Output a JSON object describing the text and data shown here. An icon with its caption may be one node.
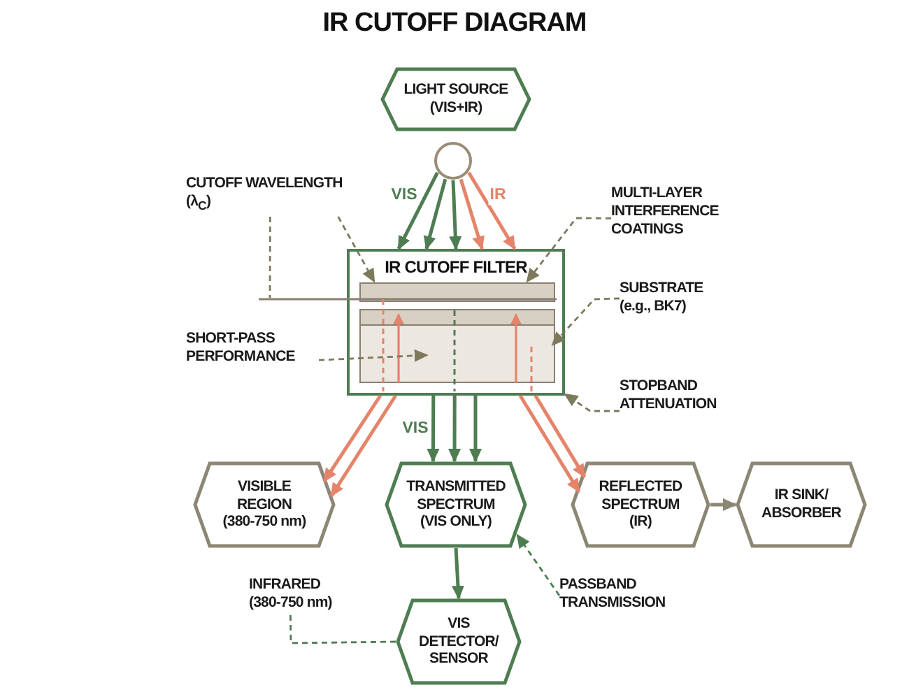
{
  "diagram": {
    "title": "IR CUTOFF DIAGRAM",
    "nodes": [
      {
        "text": [
          "LIGHT SOURCE (VIS+IR)"
        ]
      },
      {
        "text": [],
        "shape": "circle"
      },
      {
        "text": [
          "IR CUTOFF FILTER"
        ]
      },
      {
        "text": [],
        "shape": "box",
        "in": 2
      },
      {
        "text": [
          "CUTOFF WAVELENGTH (λ$_{C}$)"
        ]
      },
      {
        "text": [
          "MULTI-LAYER INTERFERENCE COATINGS"
        ]
      },
      {
        "text": [
          "SUBSTRATE (e.g., BK7)"
        ]
      },
      {
        "text": [
          "SHORT-PASS PERFORMANCE"
        ]
      },
      {
        "text": [
          "STOPBAND ATTENUATION"
        ]
      },
      {
        "text": [
          "VISIBLE REGION (380-750 nm)"
        ]
      },
      {
        "text": [
          "TRANSMITTED SPECTRUM (VIS ONLY)"
        ]
      },
      {
        "text": [
          "REFLECTED SPECTRUM (IR)"
        ]
      },
      {
        "text": [
          "IR SINK/ ABSORBER"
        ]
      },
      {
        "text": [
          "INFRARED (380-750 nm)"
        ]
      },
      {
        "text": [
          "VIS DETECTOR/ SENSOR"
        ]
      },
      {
        "text": [
          "PASSBAND TRANSMISSION"
        ]
      }
    ],
    "edges": [
      {
        "from": 1,
        "to": 2,
        "arrow": "to",
        "label": "VIS"
      },
      {
        "from": 1,
        "to": 2,
        "arrow": "to"
      },
      {
        "from": 1,
        "to": 2,
        "arrow": "to"
      },
      {
        "from": 1,
        "to": 2,
        "arrow": "to",
        "color": "#e5846a"
      },
      {
        "from": 1,
        "to": 2,
        "arrow": "to",
        "label": "IR",
        "color": "#e5846a"
      },
      {
        "from": 2,
        "to": 10,
        "arrow": "to",
        "label": "VIS"
      },
      {
        "from": 2,
        "to": 10,
        "arrow": "to"
      },
      {
        "from": 2,
        "to": 10,
        "arrow": "to"
      },
      {
        "from": 2,
        "to": 9,
        "arrow": "to",
        "color": "#e5846a"
      },
      {
        "from": 2,
        "to": 9,
        "arrow": "to",
        "color": "#e5846a"
      },
      {
        "from": 2,
        "to": 11,
        "arrow": "to",
        "color": "#e5846a"
      },
      {
        "from": 2,
        "to": 11,
        "arrow": "to",
        "color": "#e5846a"
      },
      {
        "from": 11,
        "to": 12,
        "arrow": "to",
        "color": "#8c8674"
      },
      {
        "from": 10,
        "to": 14,
        "arrow": "to"
      },
      {
        "from": 4,
        "to": 3,
        "arrow": "to",
        "style": "dashed",
        "color": "#7d7a5c"
      },
      {
        "from": 4,
        "to": null,
        "arrow": "none",
        "style": "dashed",
        "color": "#7d7a5c"
      },
      {
        "from": 5,
        "to": 3,
        "arrow": "to",
        "style": "dashed",
        "color": "#7d7a5c"
      },
      {
        "from": 6,
        "to": 3,
        "arrow": "to",
        "style": "dashed",
        "color": "#7d7a5c"
      },
      {
        "from": 7,
        "to": 3,
        "arrow": "to",
        "style": "dashed",
        "color": "#7d7a5c"
      },
      {
        "from": 8,
        "to": 2,
        "arrow": "to",
        "style": "dashed",
        "color": "#7d7a5c"
      },
      {
        "from": 15,
        "to": 10,
        "arrow": "to",
        "style": "dashed",
        "color": "#4e7d52"
      },
      {
        "from": 13,
        "to": 14,
        "arrow": "none",
        "style": "dashed",
        "color": "#4e7d52"
      }
    ]
  }
}
